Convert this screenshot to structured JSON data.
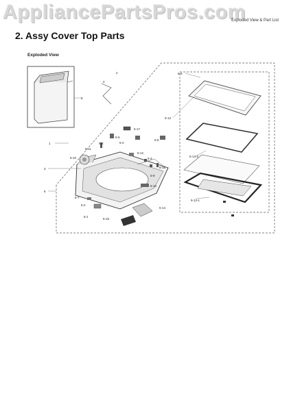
{
  "watermark": "AppliancePartsPros.com",
  "header": {
    "right_text": "Exploded View & Part List"
  },
  "title": "2.  Assy Cover Top Parts",
  "section": "Exploded View",
  "callouts": {
    "c_2": "2",
    "c_4": "4",
    "c_8": "8",
    "c_1": "1",
    "c_3": "3",
    "c_6": "6",
    "c_5_9": "5-9",
    "c_5_13": "5-13",
    "c_5_17": "5-17",
    "c_5_5": "5-5",
    "c_5_4": "5-4",
    "c_5_6": "5-6",
    "c_5_11": "5-11",
    "c_5_3a": "5-3",
    "c_5_10": "5-10",
    "c_5_12": "5-12",
    "c_5_3b": "5-3",
    "c_5_8": "5-8",
    "c_6_16": "6-16",
    "c_5_7": "5-7",
    "c_5_2": "5-2",
    "c_5_14": "5-14",
    "c_6_1": "6-1",
    "c_5_15": "5-15",
    "c_5_13_2": "5-13-2",
    "c_5_13_1": "5-13-1",
    "c_5_18": "5-18"
  }
}
